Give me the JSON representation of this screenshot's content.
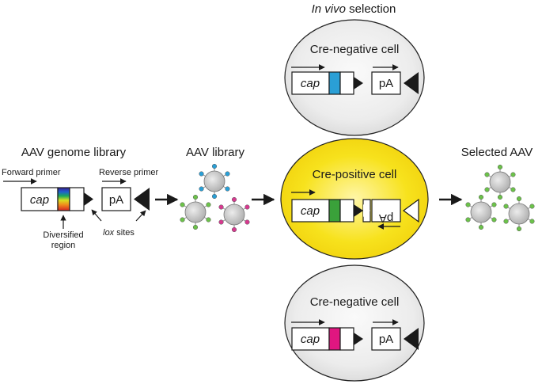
{
  "top_title": {
    "italic": "In vivo",
    "rest": " selection"
  },
  "library_section": {
    "title": "AAV genome library",
    "forward_primer": "Forward primer",
    "reverse_primer": "Reverse primer",
    "cap_label": "cap",
    "pa_label": "pA",
    "diversified_label_line1": "Diversified",
    "diversified_label_line2": "region",
    "lox_italic": "lox",
    "lox_rest": " sites"
  },
  "aav_library": {
    "title": "AAV library"
  },
  "cells": {
    "top": {
      "title": "Cre-negative cell",
      "cap_label": "cap",
      "pa_label": "pA",
      "region_color": "#2a9fd6"
    },
    "middle": {
      "title": "Cre-positive cell",
      "cap_label": "cap",
      "pa_label": "pA",
      "region_color": "#3aa13a"
    },
    "bottom": {
      "title": "Cre-negative cell",
      "cap_label": "cap",
      "pa_label": "pA",
      "region_color": "#e01680"
    }
  },
  "selected": {
    "title": "Selected AAV"
  },
  "colors": {
    "cre_negative_fill": "#e9e9e9",
    "cre_positive_fill": "#f7e21d",
    "virus_body": "#c9c9c9",
    "spike_blue": "#2a9fd6",
    "spike_green": "#6cc24a",
    "spike_magenta": "#d63a8f"
  }
}
